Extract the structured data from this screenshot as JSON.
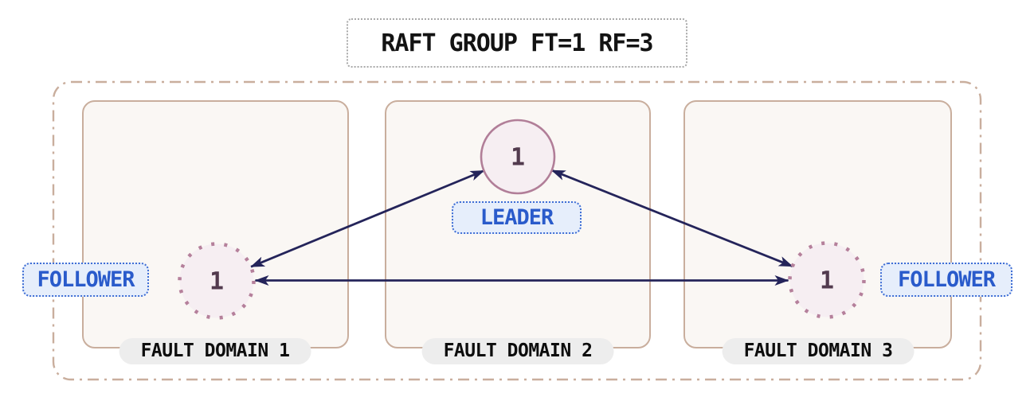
{
  "title": {
    "text": "RAFT GROUP FT=1 RF=3"
  },
  "group": {
    "fault_domains": [
      {
        "label": "FAULT DOMAIN 1"
      },
      {
        "label": "FAULT DOMAIN 2"
      },
      {
        "label": "FAULT DOMAIN 3"
      }
    ],
    "nodes": {
      "leader": {
        "value": "1",
        "role_label": "LEADER"
      },
      "follower_left": {
        "value": "1",
        "role_label": "FOLLOWER"
      },
      "follower_right": {
        "value": "1",
        "role_label": "FOLLOWER"
      }
    },
    "connections": [
      {
        "from": "follower_left",
        "to": "leader",
        "bidirectional": true
      },
      {
        "from": "follower_right",
        "to": "leader",
        "bidirectional": true
      },
      {
        "from": "follower_left",
        "to": "follower_right",
        "bidirectional": true
      }
    ]
  },
  "colors": {
    "arrow": "#24245a",
    "node_border": "#b17e98",
    "node_fill": "#f6eef2",
    "node_text": "#523a4e",
    "domain_border": "#c9ae9d",
    "domain_fill": "#faf7f4",
    "role_text": "#2a5bcb",
    "role_fill": "#e6eefb",
    "role_border": "#3f6ed5",
    "pill_fill": "#ededed",
    "title_border": "#a9a9a9"
  }
}
